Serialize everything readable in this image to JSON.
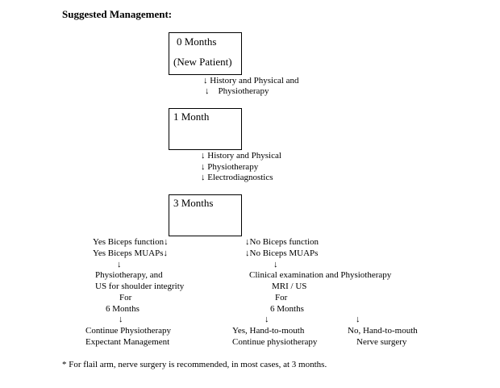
{
  "title": "Suggested Management:",
  "box0": {
    "line1": "0 Months",
    "line2": "(New Patient)"
  },
  "step0": {
    "line1": "↓ History and Physical and",
    "line2": "↓    Physiotherapy"
  },
  "box1": {
    "label": "1 Month"
  },
  "step1": {
    "line1": "↓ History and Physical",
    "line2": "↓ Physiotherapy",
    "line3": "↓ Electrodiagnostics"
  },
  "box3": {
    "label": "3 Months"
  },
  "left": {
    "l1": "Yes Biceps function↓",
    "l2": "Yes Biceps MUAPs↓",
    "arrow1": "↓",
    "l3": "Physiotherapy, and",
    "l4": "US for shoulder integrity",
    "l5": "For",
    "l6": "6 Months",
    "arrow2": "↓",
    "l7": "Continue Physiotherapy",
    "l8": "Expectant Management"
  },
  "right": {
    "l1": "↓No Biceps function",
    "l2": "↓No Biceps MUAPs",
    "arrow1": "↓",
    "l3": "Clinical examination and Physiotherapy",
    "l4": "MRI / US",
    "l5": "For",
    "l6": "6 Months",
    "arrow_yes": "↓",
    "arrow_no": "↓",
    "yes1": "Yes, Hand-to-mouth",
    "yes2": "Continue physiotherapy",
    "no1": "No, Hand-to-mouth",
    "no2": "Nerve surgery"
  },
  "footnote": "* For flail arm, nerve surgery is recommended, in most cases, at 3 months."
}
